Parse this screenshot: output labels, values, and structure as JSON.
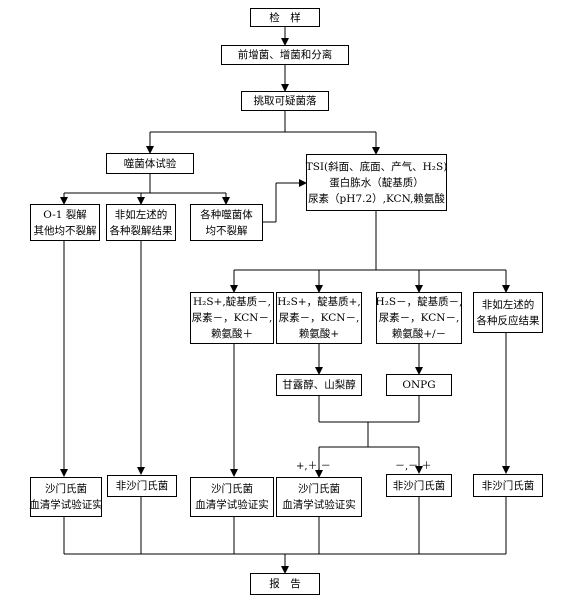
{
  "nodes": {
    "sample": [
      "检　样"
    ],
    "preenrich": [
      "前增菌、增菌和分离"
    ],
    "pick": [
      "挑取可疑菌落"
    ],
    "phage": [
      "噬菌体试验"
    ],
    "tsi": [
      "TSI(斜面、底面、产气、H₂S)",
      "蛋白胨水（靛基质）",
      "尿素（pH7.2）,KCN,赖氨酸"
    ],
    "o1": [
      "O-1 裂解",
      "其他均不裂解"
    ],
    "nonlike": [
      "非如左述的",
      "各种裂解结果"
    ],
    "allnolyse": [
      "各种噬菌体",
      "均不裂解"
    ],
    "r1": [
      "H₂S+,靛基质－,",
      "尿素－，KCN－,",
      "赖氨酸＋"
    ],
    "r2": [
      "H₂S+，靛基质+,",
      "尿素－，KCN－,",
      "赖氨酸+"
    ],
    "r3": [
      "H₂S－，靛基质－,",
      "尿素－，KCN－,",
      "赖氨酸+/－"
    ],
    "r4": [
      "非如左述的",
      "各种反应结果"
    ],
    "mannitol": [
      "甘露醇、山梨醇"
    ],
    "onpg": [
      "ONPG"
    ],
    "res1": [
      "沙门氏菌",
      "血清学试验证实"
    ],
    "res2": [
      "非沙门氏菌"
    ],
    "res3": [
      "沙门氏菌",
      "血清学试验证实"
    ],
    "res4": [
      "沙门氏菌",
      "血清学试验证实"
    ],
    "res5": [
      "非沙门氏菌"
    ],
    "res6": [
      "非沙门氏菌"
    ],
    "report": [
      "报　告"
    ]
  },
  "labels": {
    "pos": "+,＋,－",
    "neg": "－,－,＋"
  }
}
